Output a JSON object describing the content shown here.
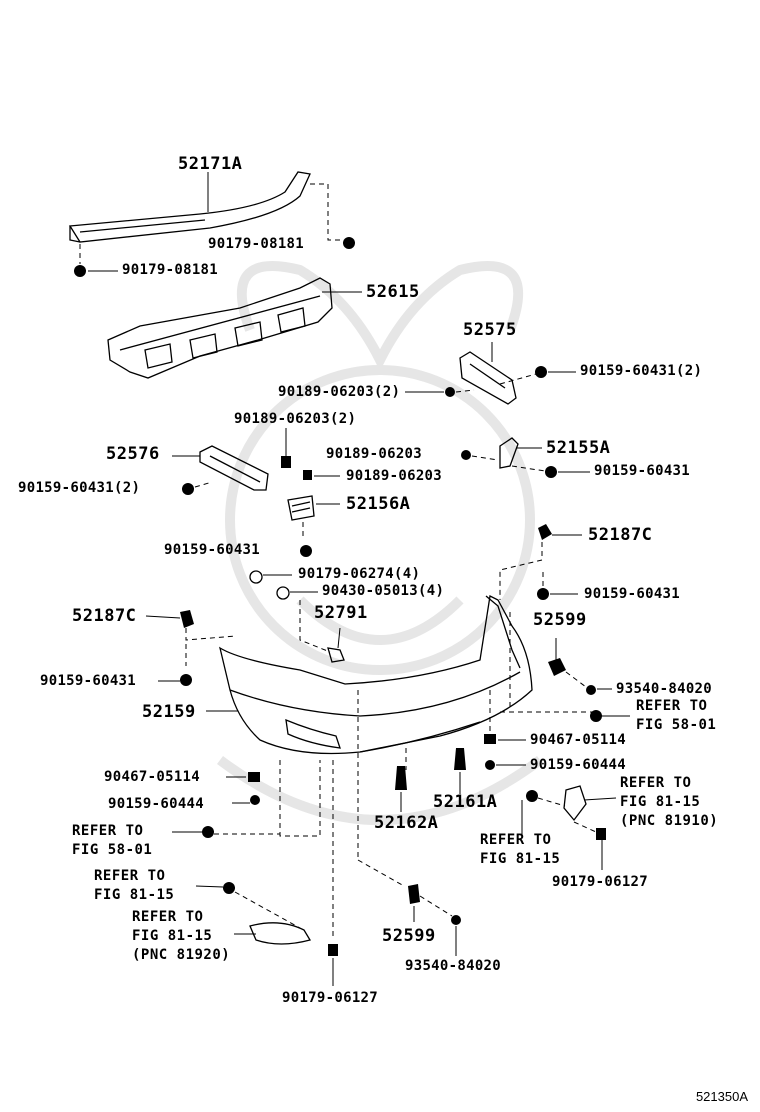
{
  "labels": {
    "p52171A": "52171A",
    "p90179_08181_a": "90179-08181",
    "p90179_08181_b": "90179-08181",
    "p52615": "52615",
    "p52575": "52575",
    "p90189_06203_2a": "90189-06203(2)",
    "p90159_60431_2a": "90159-60431(2)",
    "p90189_06203_2b": "90189-06203(2)",
    "p52576": "52576",
    "p90189_06203_a": "90189-06203",
    "p52155A": "52155A",
    "p90159_60431_2b": "90159-60431(2)",
    "p90189_06203_b": "90189-06203",
    "p90159_60431_a": "90159-60431",
    "p52156A": "52156A",
    "p52187C_a": "52187C",
    "p90159_60431_b": "90159-60431",
    "p90179_06274": "90179-06274(4)",
    "p90430_05013": "90430-05013(4)",
    "p90159_60431_c": "90159-60431",
    "p52187C_b": "52187C",
    "p52791": "52791",
    "p52599_a": "52599",
    "p90159_60431_d": "90159-60431",
    "p93540_84020_a": "93540-84020",
    "p52159": "52159",
    "p90467_05114_a": "90467-05114",
    "p90159_60444_a": "90159-60444",
    "p90467_05114_b": "90467-05114",
    "p90159_60444_b": "90159-60444",
    "p52161A": "52161A",
    "p52162A": "52162A",
    "p52599_b": "52599",
    "p93540_84020_b": "93540-84020",
    "p90179_06127_a": "90179-06127",
    "p90179_06127_b": "90179-06127"
  },
  "refs": {
    "r_58_01_right": [
      "REFER TO",
      "FIG 58-01"
    ],
    "r_81_15_pnc81910": [
      "REFER TO",
      "FIG 81-15",
      "(PNC 81910)"
    ],
    "r_58_01_left": [
      "REFER TO",
      "FIG 58-01"
    ],
    "r_81_15_center": [
      "REFER TO",
      "FIG 81-15"
    ],
    "r_81_15_left": [
      "REFER TO",
      "FIG 81-15"
    ],
    "r_81_15_pnc81920": [
      "REFER TO",
      "FIG 81-15",
      "(PNC 81920)"
    ]
  },
  "diagram_code": "521350A"
}
